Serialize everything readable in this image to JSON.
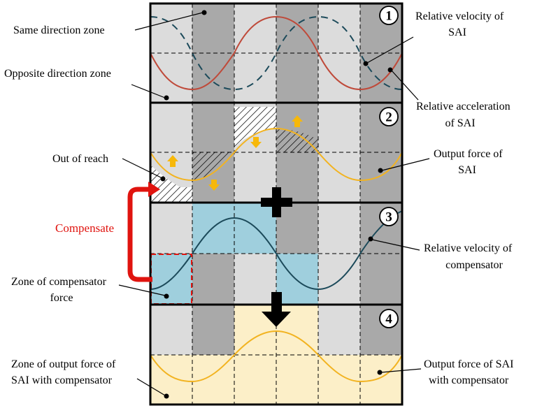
{
  "labels": {
    "same_direction_zone": "Same direction zone",
    "opposite_direction_zone": "Opposite direction zone",
    "relative_velocity_sai_1": "Relative velocity of",
    "relative_velocity_sai_2": "SAI",
    "relative_acceleration_sai_1": "Relative acceleration",
    "relative_acceleration_sai_2": "of SAI",
    "out_of_reach": "Out of reach",
    "output_force_sai_1": "Output force of",
    "output_force_sai_2": "SAI",
    "compensate": "Compensate",
    "relative_velocity_comp_1": "Relative velocity of",
    "relative_velocity_comp_2": "compensator",
    "zone_comp_force_1": "Zone of compensator",
    "zone_comp_force_2": "force",
    "zone_output_force_1": "Zone of output force of",
    "zone_output_force_2": "SAI with compensator",
    "output_force_comp_1": "Output force of SAI",
    "output_force_comp_2": "with compensator"
  },
  "panel_numbers": [
    "1",
    "2",
    "3",
    "4"
  ],
  "colors": {
    "light_cell": "#dcdcdc",
    "dark_cell": "#a9a9a9",
    "velocity_curve": "#1c4a5a",
    "acceleration_curve": "#bf4a3a",
    "force_curve": "#f2b320",
    "arrow_orange": "#f7b80a",
    "compensator_zone": "#9fcfdd",
    "output_zone": "#fcefc8",
    "compensate_red": "#e0140f"
  }
}
